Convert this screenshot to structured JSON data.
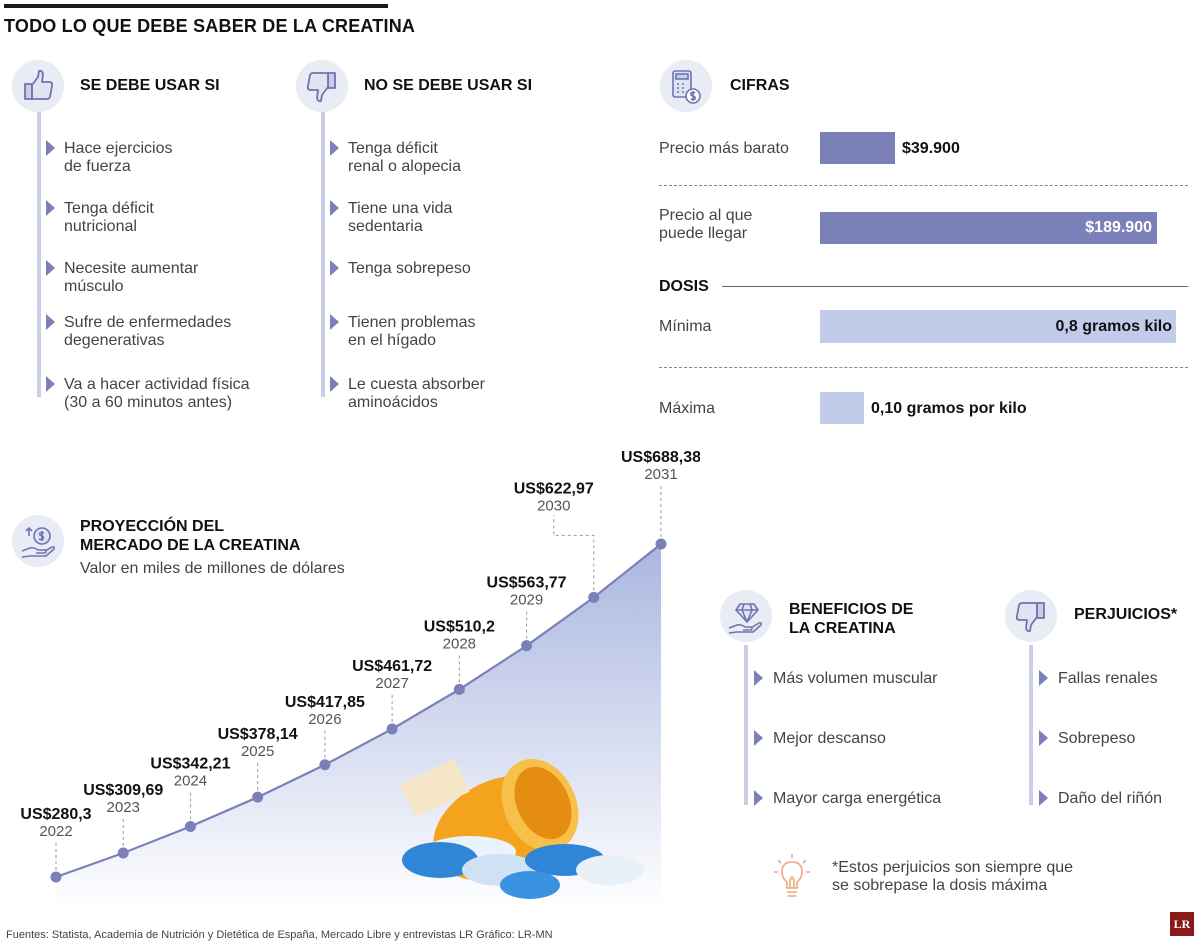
{
  "title": "TODO LO QUE DEBE SABER DE LA CREATINA",
  "se_debe": {
    "title": "SE DEBE USAR SI",
    "items": [
      {
        "line1": "Hace ejercicios",
        "line2": "de fuerza"
      },
      {
        "line1": "Tenga déficit",
        "line2": "nutricional"
      },
      {
        "line1": "Necesite aumentar",
        "line2": "músculo"
      },
      {
        "line1": "Sufre de enfermedades",
        "line2": "degenerativas"
      },
      {
        "line1": "Va a hacer actividad física",
        "line2": "(30 a 60 minutos antes)"
      }
    ]
  },
  "no_se_debe": {
    "title": "NO SE DEBE USAR SI",
    "items": [
      {
        "line1": "Tenga déficit",
        "line2": "renal o alopecia"
      },
      {
        "line1": "Tiene una vida",
        "line2": "sedentaria"
      },
      {
        "line1": "Tenga sobrepeso",
        "line2": ""
      },
      {
        "line1": "Tienen problemas",
        "line2": "en el hígado"
      },
      {
        "line1": "Le cuesta absorber",
        "line2": "aminoácidos"
      }
    ]
  },
  "cifras": {
    "title": "CIFRAS",
    "precio_barato": {
      "line1": "Precio más barato",
      "value": "$39.900",
      "amount": 39900
    },
    "precio_llegar": {
      "line1": "Precio al que",
      "line2": "puede llegar",
      "value": "$189.900",
      "amount": 189900
    },
    "colors": {
      "price_bar": "#7b80b8",
      "dose_bar": "#c1ccea"
    }
  },
  "dosis": {
    "title": "DOSIS",
    "minima": {
      "label": "Mínima",
      "value": "0,8 gramos kilo"
    },
    "maxima": {
      "label": "Máxima",
      "value": "0,10 gramos por kilo"
    }
  },
  "proyeccion": {
    "title_line1": "PROYECCIÓN DEL",
    "title_line2": "MERCADO DE LA CREATINA",
    "subtitle": "Valor en miles de millones de dólares"
  },
  "chart_data": {
    "type": "area",
    "title": "PROYECCIÓN DEL MERCADO DE LA CREATINA",
    "subtitle": "Valor en miles de millones de dólares",
    "x": [
      "2022",
      "2023",
      "2024",
      "2025",
      "2026",
      "2027",
      "2028",
      "2029",
      "2030",
      "2031"
    ],
    "values": [
      280.3,
      309.69,
      342.21,
      378.14,
      417.85,
      461.72,
      510.2,
      563.77,
      622.97,
      688.38
    ],
    "labels": [
      "US$280,3",
      "US$309,69",
      "US$342,21",
      "US$378,14",
      "US$417,85",
      "US$461,72",
      "US$510,2",
      "US$563,77",
      "US$622,97",
      "US$688,38"
    ],
    "grid": false,
    "colors": {
      "line": "#7b80b8",
      "fill_top": "#a9b6e0",
      "fill_bottom": "#ffffff"
    }
  },
  "beneficios": {
    "title_line1": "BENEFICIOS DE",
    "title_line2": "LA CREATINA",
    "items": [
      "Más volumen muscular",
      "Mejor descanso",
      "Mayor carga energética"
    ]
  },
  "perjuicios": {
    "title": "PERJUICIOS*",
    "items": [
      "Fallas renales",
      "Sobrepeso",
      "Daño del riñón"
    ]
  },
  "nota": {
    "line1": "*Estos perjuicios son siempre que",
    "line2": "se sobrepase la dosis máxima"
  },
  "footer": "Fuentes: Statista, Academia de Nutrición y Dietética de España, Mercado Libre y entrevistas LR   Gráfico: LR-MN",
  "logo": "LR"
}
